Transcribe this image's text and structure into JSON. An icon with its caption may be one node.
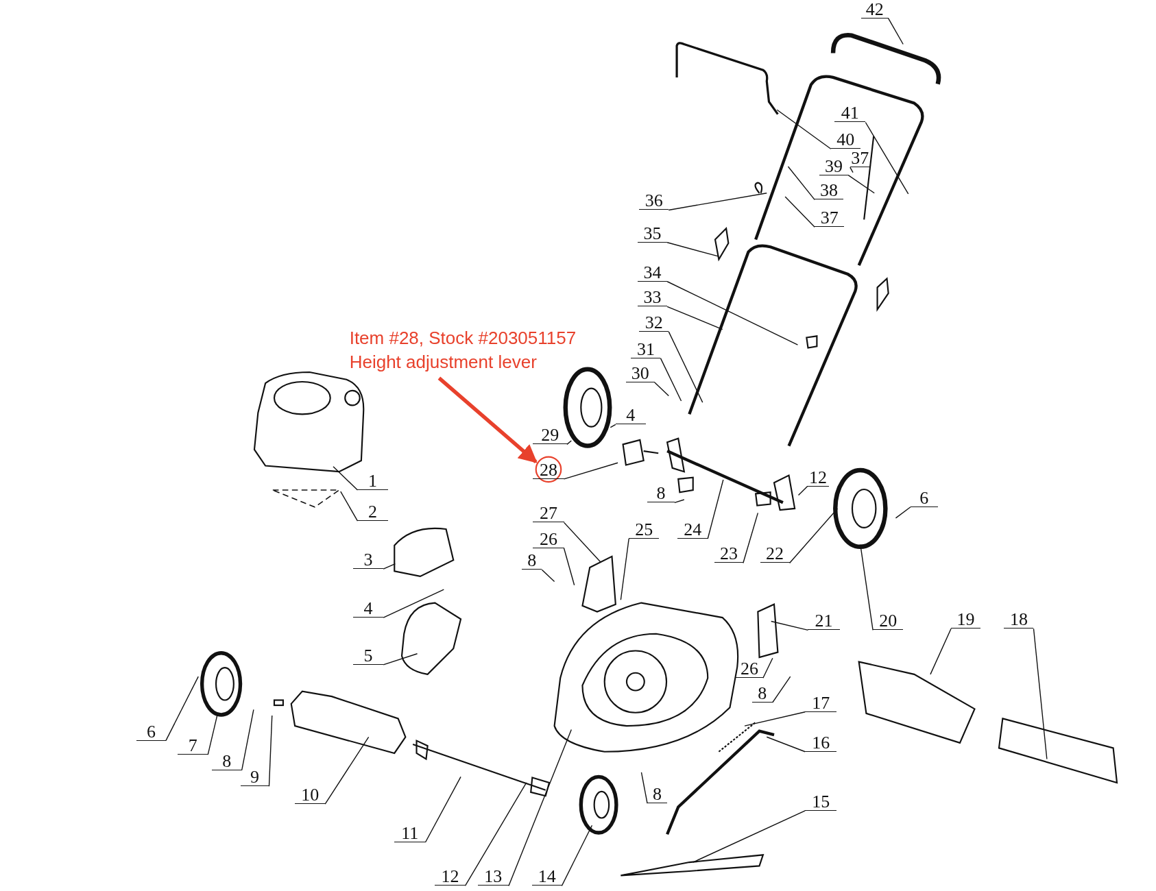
{
  "diagram": {
    "nodes": [
      {
        "text": [
          "42"
        ]
      },
      {
        "text": [
          "41"
        ]
      },
      {
        "text": [
          "40"
        ]
      },
      {
        "text": [
          "37"
        ]
      },
      {
        "text": [
          "39"
        ]
      },
      {
        "text": [
          "38"
        ]
      },
      {
        "text": [
          "36"
        ]
      },
      {
        "text": [
          "37"
        ]
      },
      {
        "text": [
          "35"
        ]
      },
      {
        "text": [
          "34"
        ]
      },
      {
        "text": [
          "33"
        ]
      },
      {
        "text": [
          "32"
        ]
      },
      {
        "text": [
          "Item #28, Stock #203051157",
          "Height adjustment lever"
        ]
      },
      {
        "text": [
          "31"
        ]
      },
      {
        "text": [
          "30"
        ]
      },
      {
        "text": [
          "4"
        ]
      },
      {
        "text": [
          "29"
        ]
      },
      {
        "text": [
          "28"
        ]
      },
      {
        "text": [
          "12"
        ]
      },
      {
        "text": [
          "1"
        ]
      },
      {
        "text": [
          "8"
        ]
      },
      {
        "text": [
          "6"
        ]
      },
      {
        "text": [
          "2"
        ]
      },
      {
        "text": [
          "27"
        ]
      },
      {
        "text": [
          "25"
        ]
      },
      {
        "text": [
          "24"
        ]
      },
      {
        "text": [
          "26"
        ]
      },
      {
        "text": [
          "3"
        ]
      },
      {
        "text": [
          "8"
        ]
      },
      {
        "text": [
          "23"
        ]
      },
      {
        "text": [
          "22"
        ]
      },
      {
        "text": [
          "4"
        ]
      },
      {
        "text": [
          "21"
        ]
      },
      {
        "text": [
          "20"
        ]
      },
      {
        "text": [
          "19"
        ]
      },
      {
        "text": [
          "18"
        ]
      },
      {
        "text": [
          "5"
        ]
      },
      {
        "text": [
          "26"
        ]
      },
      {
        "text": [
          "8"
        ]
      },
      {
        "text": [
          "17"
        ]
      },
      {
        "text": [
          "6"
        ]
      },
      {
        "text": [
          "16"
        ]
      },
      {
        "text": [
          "7"
        ]
      },
      {
        "text": [
          "8"
        ]
      },
      {
        "text": [
          "9"
        ]
      },
      {
        "text": [
          "10"
        ]
      },
      {
        "text": [
          "8"
        ]
      },
      {
        "text": [
          "15"
        ]
      },
      {
        "text": [
          "11"
        ]
      },
      {
        "text": [
          "12"
        ]
      },
      {
        "text": [
          "13"
        ]
      },
      {
        "text": [
          "14"
        ]
      }
    ],
    "edges": [
      {
        "from": 0,
        "to": null,
        "arrow": "none"
      },
      {
        "from": 1,
        "to": null,
        "arrow": "none"
      },
      {
        "from": 2,
        "to": null,
        "arrow": "none"
      },
      {
        "from": 3,
        "to": null,
        "arrow": "none"
      },
      {
        "from": 4,
        "to": null,
        "arrow": "none"
      },
      {
        "from": 5,
        "to": null,
        "arrow": "none"
      },
      {
        "from": 6,
        "to": null,
        "arrow": "none"
      },
      {
        "from": 7,
        "to": null,
        "arrow": "none"
      },
      {
        "from": 8,
        "to": null,
        "arrow": "none"
      },
      {
        "from": 9,
        "to": null,
        "arrow": "none"
      },
      {
        "from": 10,
        "to": null,
        "arrow": "none"
      },
      {
        "from": 11,
        "to": null,
        "arrow": "none"
      },
      {
        "from": 13,
        "to": null,
        "arrow": "none"
      },
      {
        "from": 14,
        "to": null,
        "arrow": "none"
      },
      {
        "from": 15,
        "to": null,
        "arrow": "none"
      },
      {
        "from": 16,
        "to": null,
        "arrow": "none"
      },
      {
        "from": 17,
        "to": null,
        "arrow": "none"
      },
      {
        "from": 18,
        "to": null,
        "arrow": "none"
      },
      {
        "from": 19,
        "to": null,
        "arrow": "none"
      },
      {
        "from": 20,
        "to": null,
        "arrow": "none"
      },
      {
        "from": 21,
        "to": null,
        "arrow": "none"
      },
      {
        "from": 22,
        "to": null,
        "arrow": "none"
      },
      {
        "from": 23,
        "to": null,
        "arrow": "none"
      },
      {
        "from": 24,
        "to": null,
        "arrow": "none"
      },
      {
        "from": 25,
        "to": null,
        "arrow": "none"
      },
      {
        "from": 26,
        "to": null,
        "arrow": "none"
      },
      {
        "from": 27,
        "to": null,
        "arrow": "none"
      },
      {
        "from": 28,
        "to": null,
        "arrow": "none"
      },
      {
        "from": 29,
        "to": null,
        "arrow": "none"
      },
      {
        "from": 30,
        "to": null,
        "arrow": "none"
      },
      {
        "from": 31,
        "to": null,
        "arrow": "none"
      },
      {
        "from": 32,
        "to": null,
        "arrow": "none"
      },
      {
        "from": 33,
        "to": null,
        "arrow": "none"
      },
      {
        "from": 34,
        "to": null,
        "arrow": "none"
      },
      {
        "from": 35,
        "to": null,
        "arrow": "none"
      },
      {
        "from": 36,
        "to": null,
        "arrow": "none"
      },
      {
        "from": 37,
        "to": null,
        "arrow": "none"
      },
      {
        "from": 38,
        "to": null,
        "arrow": "none"
      },
      {
        "from": 39,
        "to": null,
        "arrow": "none"
      },
      {
        "from": 40,
        "to": null,
        "arrow": "none"
      },
      {
        "from": 41,
        "to": null,
        "arrow": "none"
      },
      {
        "from": 42,
        "to": null,
        "arrow": "none"
      },
      {
        "from": 43,
        "to": null,
        "arrow": "none"
      },
      {
        "from": 44,
        "to": null,
        "arrow": "none"
      },
      {
        "from": 45,
        "to": null,
        "arrow": "none"
      },
      {
        "from": 46,
        "to": null,
        "arrow": "none"
      },
      {
        "from": 47,
        "to": null,
        "arrow": "none"
      },
      {
        "from": 48,
        "to": null,
        "arrow": "none"
      },
      {
        "from": 49,
        "to": null,
        "arrow": "none"
      },
      {
        "from": 50,
        "to": null,
        "arrow": "none"
      },
      {
        "from": 51,
        "to": null,
        "arrow": "none"
      },
      {
        "from": 12,
        "to": 17,
        "arrow": "to",
        "style": "thick",
        "color": "#e8412c"
      }
    ]
  }
}
